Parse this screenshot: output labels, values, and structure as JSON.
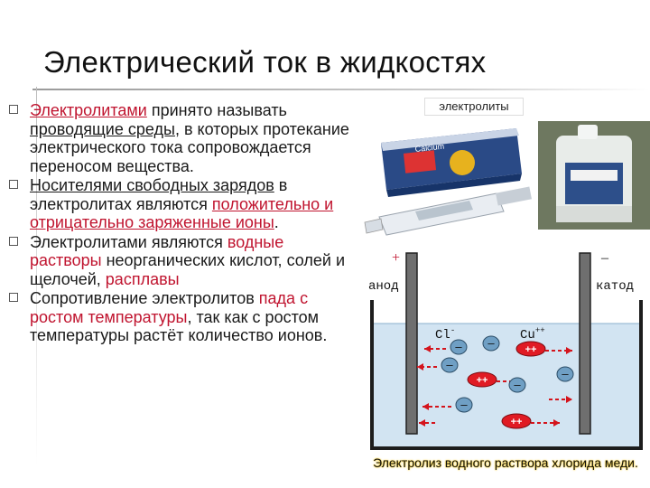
{
  "slide": {
    "title": "Электрический ток в жидкостях",
    "bullets": [
      {
        "parts": [
          {
            "text": "Электролитами",
            "style": "redu"
          },
          {
            "text": " принято называть ",
            "style": ""
          },
          {
            "text": "проводящие среды",
            "style": "u"
          },
          {
            "text": ", в которых протекание электрического тока сопровождается переносом вещества.",
            "style": ""
          }
        ]
      },
      {
        "parts": [
          {
            "text": "Носителями свободных зарядов",
            "style": "u"
          },
          {
            "text": " в электролитах являются ",
            "style": ""
          },
          {
            "text": "положительно и отрицательно заряженные ионы",
            "style": "redu"
          },
          {
            "text": ".",
            "style": ""
          }
        ]
      },
      {
        "parts": [
          {
            "text": "Электролитами являются ",
            "style": ""
          },
          {
            "text": "водные растворы",
            "style": "red"
          },
          {
            "text": " неорганических кислот, солей и щелочей, ",
            "style": ""
          },
          {
            "text": "расплавы",
            "style": "red"
          }
        ]
      },
      {
        "parts": [
          {
            "text": "Сопротивление электролитов ",
            "style": ""
          },
          {
            "text": "пада",
            "style": "red"
          },
          {
            "text": " ",
            "style": ""
          },
          {
            "text": "с ростом температуры",
            "style": "red"
          },
          {
            "text": ", так как с ростом температуры растёт количество ионов.",
            "style": ""
          }
        ]
      }
    ]
  },
  "photo": {
    "label": "электролиты",
    "tube_brand": "Calcium"
  },
  "diagram": {
    "plus_sign": "+",
    "minus_sign": "–",
    "anode_label": "анод",
    "cathode_label": "катод",
    "anion_label": "Cl",
    "anion_superscript": "-",
    "cation_label": "Cu",
    "cation_superscript": "++",
    "negative_ion_symbol": "–",
    "positive_ion_symbol": "++",
    "caption": "Электролиз водного раствора хлорида меди."
  },
  "colors": {
    "accent_red": "#c0142f",
    "ion_negative": "#6f9fc4",
    "ion_positive": "#e01b24",
    "arrow": "#d4141c",
    "liquid": "#d2e4f2",
    "caption_glow": "#f2c200"
  }
}
